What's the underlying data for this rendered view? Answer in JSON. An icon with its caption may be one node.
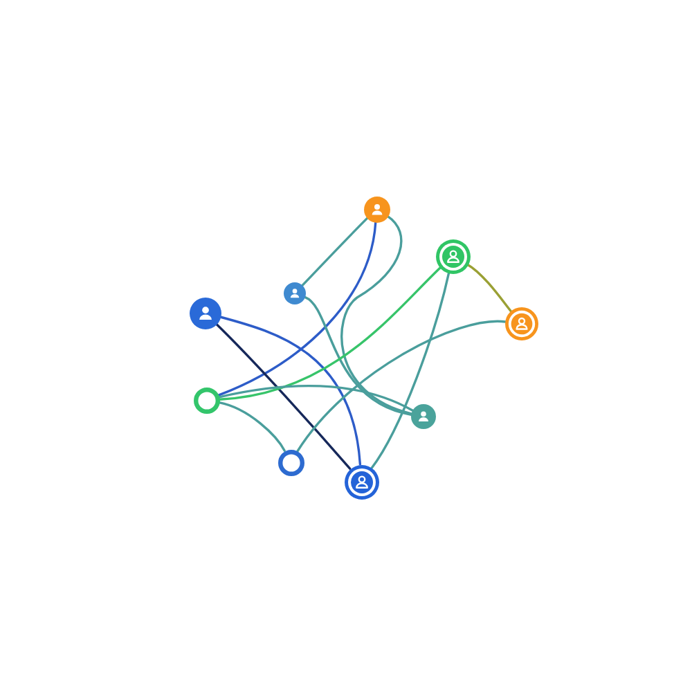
{
  "diagram": {
    "nodes": [
      {
        "text": [],
        "shape": "person"
      },
      {
        "text": [],
        "shape": "person"
      },
      {
        "text": [],
        "shape": "person"
      },
      {
        "text": [],
        "shape": "person"
      },
      {
        "text": [],
        "shape": "person"
      },
      {
        "text": [],
        "shape": "circle"
      },
      {
        "text": [],
        "shape": "person"
      },
      {
        "text": [],
        "shape": "circle"
      },
      {
        "text": [],
        "shape": "person"
      }
    ],
    "edges": [
      {
        "from": 0,
        "to": 2,
        "arrow": "none"
      },
      {
        "from": 0,
        "to": 5,
        "arrow": "none",
        "color": "#2d5cc8"
      },
      {
        "from": 0,
        "to": 6,
        "arrow": "none"
      },
      {
        "from": 2,
        "to": 6,
        "arrow": "none"
      },
      {
        "from": 3,
        "to": 8,
        "arrow": "none",
        "color": "#2d5cc8"
      },
      {
        "from": 3,
        "to": 8,
        "arrow": "none",
        "color": "#16285a"
      },
      {
        "from": 1,
        "to": 5,
        "arrow": "none",
        "color": "#37c46a"
      },
      {
        "from": 1,
        "to": 8,
        "arrow": "none"
      },
      {
        "from": 1,
        "to": 4,
        "arrow": "none",
        "color": "#9aa034"
      },
      {
        "from": 4,
        "to": 7,
        "arrow": "none"
      },
      {
        "from": 5,
        "to": 6,
        "arrow": "none"
      },
      {
        "from": 5,
        "to": 7,
        "arrow": "none"
      }
    ]
  }
}
